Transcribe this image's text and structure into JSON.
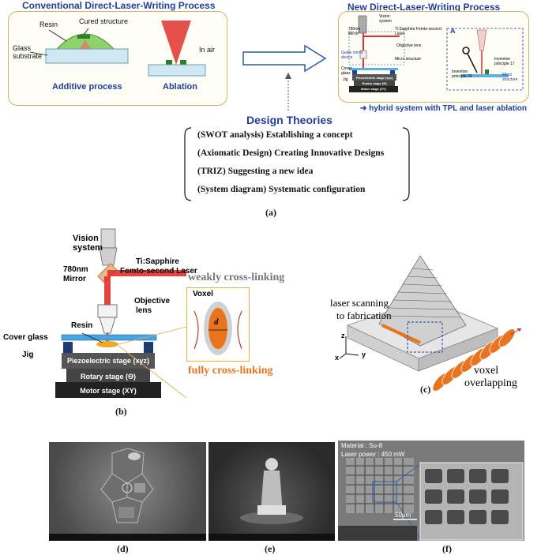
{
  "panel_a": {
    "conventional_title": "Conventional Direct-Laser-Writing Process",
    "new_title": "New Direct-Laser-Writing Process",
    "resin": "Resin",
    "cured_structure": "Cured structure",
    "glass_substrate_1": "Glass",
    "glass_substrate_2": "substrate",
    "in_air": "In air",
    "additive": "Additive process",
    "ablation": "Ablation",
    "hybrid_note": "➔ hybrid system with TPL and laser ablation",
    "design_theories": "Design Theories",
    "theories": [
      "(SWOT analysis) Establishing a concept",
      "(Axiomatic Design) Creating Innovative Designs",
      "(TRIZ) Suggesting a new idea",
      "(System diagram) Systematic configuration"
    ],
    "caption": "(a)",
    "mini": {
      "vision": "Vision system",
      "mirror": "780nm Mirror",
      "laser": "Ti:Sapphire Femto-second Laser",
      "objective": "Objective lens",
      "guide": "Guide mirror device",
      "micro": "Micro structure",
      "cover": "Cover glass",
      "jig": "Jig",
      "piezo": "Piezoelectric stage (xyz)",
      "rotary": "Rotary stage (Θ)",
      "motor": "Motor stage (XY)",
      "inset_label": "A",
      "inventive17": "Inventive principle 17",
      "inventive24": "Inventive principle 24",
      "micro_inset": "Micro structure"
    }
  },
  "panel_b": {
    "vision_1": "Vision",
    "vision_2": "system",
    "mirror_1": "780nm",
    "mirror_2": "Mirror",
    "laser_1": "Ti:Sapphire",
    "laser_2": "Femto-second Laser",
    "objective_1": "Objective",
    "objective_2": "lens",
    "resin": "Resin",
    "cover_glass": "Cover glass",
    "jig": "Jig",
    "piezo": "Piezoelectric stage (xyz)",
    "rotary": "Rotary stage (Θ)",
    "motor": "Motor stage (XY)",
    "voxel": "Voxel",
    "d": "d",
    "weakly": "weakly cross-linking",
    "fully": "fully cross-linking",
    "caption": "(b)"
  },
  "panel_c": {
    "scan_1": "laser scanning",
    "scan_2": "to fabrication",
    "z": "z",
    "x": "x",
    "y": "y",
    "voxel_1": "voxel",
    "voxel_2": "overlapping",
    "caption": "(c)"
  },
  "panel_d": {
    "caption": "(d)"
  },
  "panel_e": {
    "caption": "(e)"
  },
  "panel_f": {
    "material": "Material : Su-8",
    "power": "Laser power : 450 mW",
    "scale": "50μm",
    "caption": "(f)"
  },
  "colors": {
    "blue": "#1f3f9a",
    "laser_red": "#e0312b",
    "orange": "#e8741e",
    "stage_dark": "#333333"
  }
}
